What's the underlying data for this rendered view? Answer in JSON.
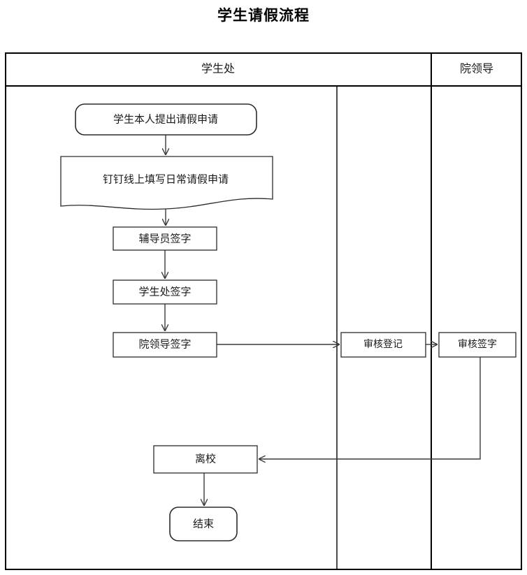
{
  "title": "学生请假流程",
  "lanes": [
    {
      "id": "student-affairs",
      "label": "学生处"
    },
    {
      "id": "college-leadership",
      "label": "院领导"
    }
  ],
  "nodes": [
    {
      "id": "start",
      "label": "学生本人提出请假申请",
      "shape": "rounded-rect",
      "lane": "student-affairs"
    },
    {
      "id": "fill-form",
      "label": "钉钉线上填写日常请假申请",
      "shape": "document",
      "lane": "student-affairs"
    },
    {
      "id": "counselor-sign",
      "label": "辅导员签字",
      "shape": "rect",
      "lane": "student-affairs"
    },
    {
      "id": "office-sign",
      "label": "学生处签字",
      "shape": "rect",
      "lane": "student-affairs"
    },
    {
      "id": "leader-sign",
      "label": "院领导签字",
      "shape": "rect",
      "lane": "student-affairs"
    },
    {
      "id": "review-register",
      "label": "审核登记",
      "shape": "rect",
      "lane": "student-affairs"
    },
    {
      "id": "review-sign",
      "label": "审核签字",
      "shape": "rect",
      "lane": "college-leadership"
    },
    {
      "id": "leave-school",
      "label": "离校",
      "shape": "rect",
      "lane": "student-affairs"
    },
    {
      "id": "end",
      "label": "结束",
      "shape": "rounded-rect",
      "lane": "student-affairs"
    }
  ],
  "edges": [
    {
      "from": "start",
      "to": "fill-form"
    },
    {
      "from": "fill-form",
      "to": "counselor-sign"
    },
    {
      "from": "counselor-sign",
      "to": "office-sign"
    },
    {
      "from": "office-sign",
      "to": "leader-sign"
    },
    {
      "from": "leader-sign",
      "to": "review-register"
    },
    {
      "from": "review-register",
      "to": "review-sign"
    },
    {
      "from": "review-sign",
      "to": "leave-school"
    },
    {
      "from": "leave-school",
      "to": "end"
    }
  ],
  "colors": {
    "background": "#ffffff",
    "frame": "#000000",
    "node_stroke": "#2b2b2b",
    "connector": "#3a3a3a",
    "text": "#1a1a1a"
  }
}
